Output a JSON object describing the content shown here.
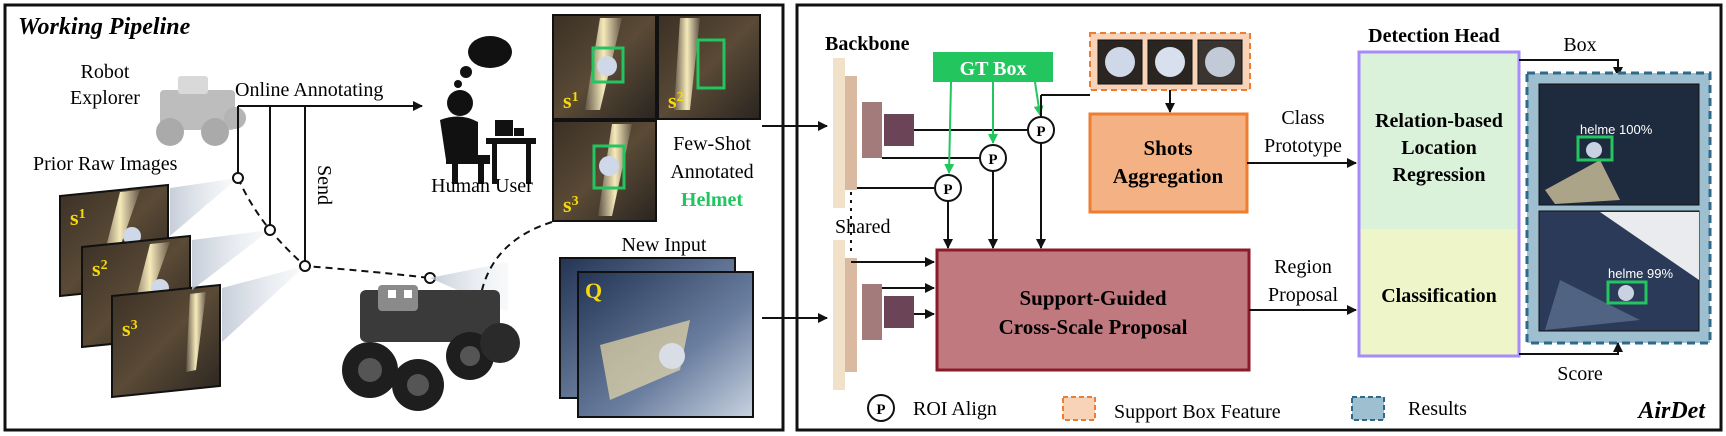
{
  "left_panel": {
    "title": "Working Pipeline",
    "robot_explorer": [
      "Robot",
      "Explorer"
    ],
    "online_annotating": "Online Annotating",
    "human_user": "Human User",
    "send": "Send",
    "prior_raw_images": "Prior Raw Images",
    "prior_labels": [
      "s",
      "s",
      "s"
    ],
    "prior_label_sups": [
      "1",
      "2",
      "3"
    ],
    "shot_labels": [
      "s",
      "s",
      "s"
    ],
    "shot_label_sups": [
      "1",
      "2",
      "3"
    ],
    "few_shot": [
      "Few-Shot",
      "Annotated"
    ],
    "helmet": "Helmet",
    "new_input": "New Input",
    "query_label": "Q"
  },
  "right_panel": {
    "backbone": "Backbone",
    "shared": "Shared",
    "gt_box": "GT Box",
    "roi_symbol": "P",
    "shots_aggregation": [
      "Shots",
      "Aggregation"
    ],
    "class_prototype": [
      "Class",
      "Prototype"
    ],
    "detection_head": "Detection Head",
    "relation_regression": [
      "Relation-based",
      "Location",
      "Regression"
    ],
    "classification": "Classification",
    "region_proposal": [
      "Region",
      "Proposal"
    ],
    "support_guided": [
      "Support-Guided",
      "Cross-Scale Proposal"
    ],
    "box": "Box",
    "score": "Score",
    "result_labels": [
      "helme 100%",
      "helme 99%"
    ],
    "legend": {
      "roi_symbol": "P",
      "roi_align": "ROI Align",
      "support_box_feature": "Support Box Feature",
      "results": "Results"
    },
    "brand": "AirDet"
  },
  "colors": {
    "green": "#22c55e",
    "shots_fill": "#f4b183",
    "shots_stroke": "#ed7d31",
    "proposal_fill": "#c0797f",
    "proposal_stroke": "#8b1a2b",
    "head_stroke": "#a78bfa",
    "head_top": "#d9f2d9",
    "head_bottom": "#eef5c9",
    "results_fill": "#9dbfcf",
    "results_stroke": "#2f6a8a",
    "helmet_text": "#22c55e",
    "s_label": "#f5d90a"
  }
}
